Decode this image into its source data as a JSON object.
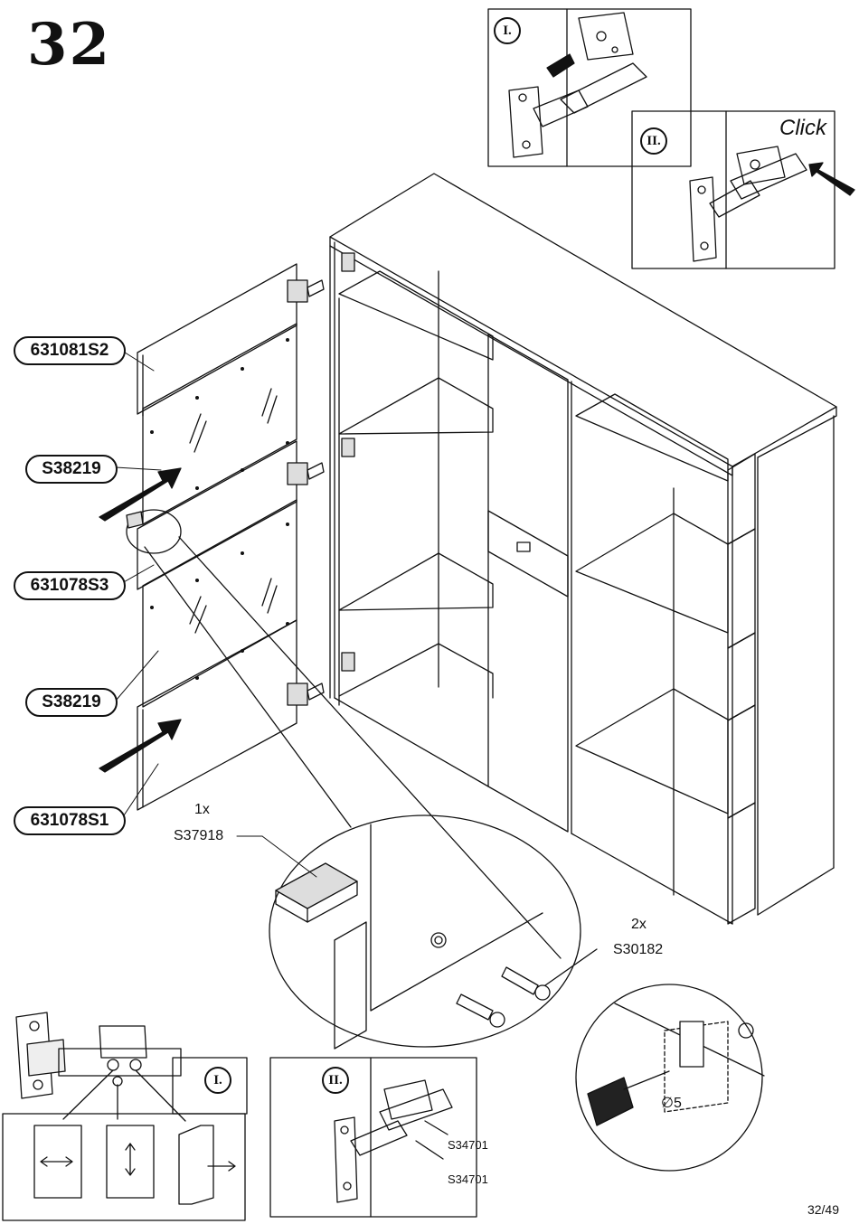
{
  "step_number": "32",
  "page_number": "32/49",
  "detail_top": {
    "panel1": "I.",
    "panel2": "II.",
    "click_text": "Click"
  },
  "parts": [
    {
      "code": "631081S2"
    },
    {
      "code": "S38219"
    },
    {
      "code": "631078S3"
    },
    {
      "code": "S38219"
    },
    {
      "code": "631078S1"
    }
  ],
  "callouts": {
    "connector": {
      "qty": "1x",
      "code": "S37918"
    },
    "screws": {
      "qty": "2x",
      "code": "S30182"
    }
  },
  "detail_bottom": {
    "panel1": "I.",
    "panel2": "II.",
    "screw_a": "S34701",
    "screw_b": "S34701",
    "drill_diameter": "∅5"
  },
  "icons": [
    "hinge-icon",
    "arrow-right-icon",
    "double-arrow-horizontal-icon",
    "double-arrow-vertical-icon",
    "drill-icon",
    "screw-icon"
  ]
}
